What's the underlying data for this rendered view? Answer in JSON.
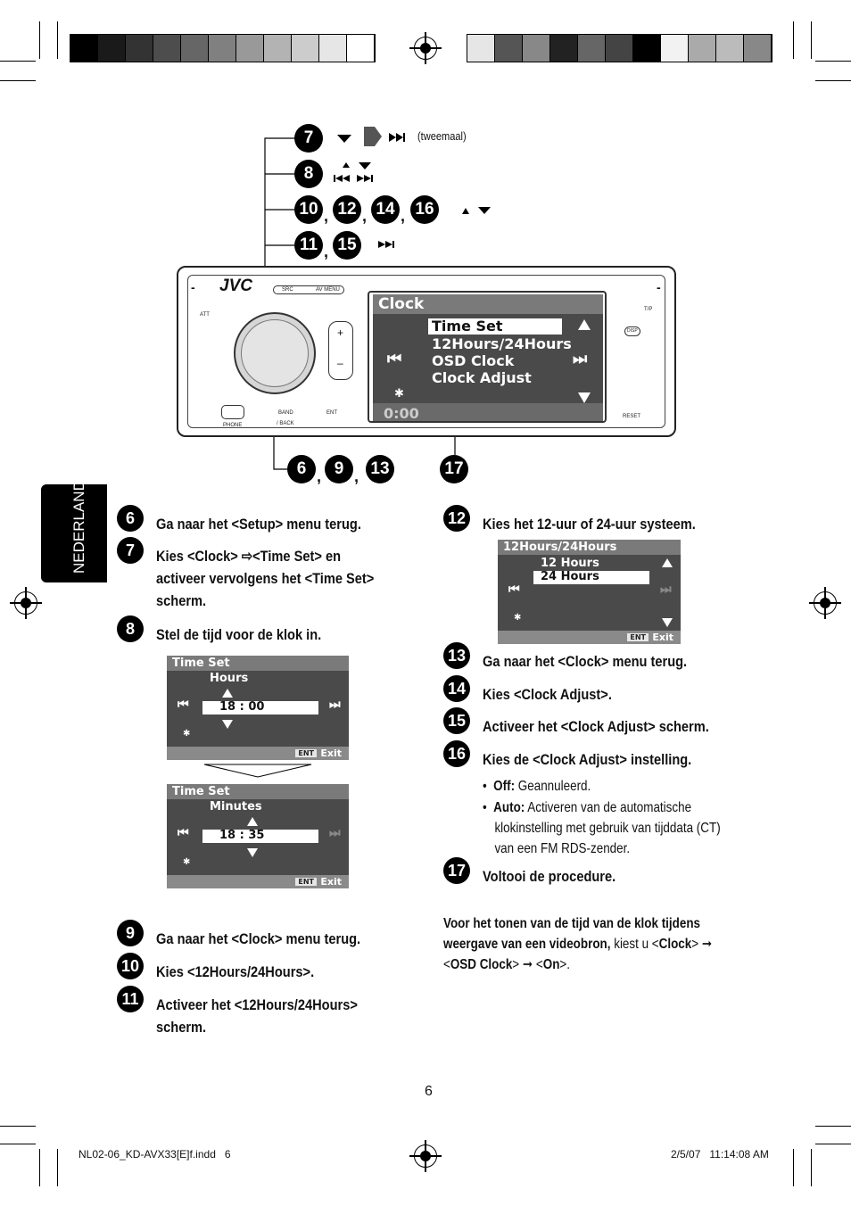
{
  "diagram": {
    "row1_note": "(tweemaal)",
    "row1_num": "7",
    "row2_num": "8",
    "row3_nums": [
      "10",
      "12",
      "14",
      "16"
    ],
    "row4_nums": [
      "11",
      "15"
    ],
    "bottom_nums": [
      "6",
      "9",
      "13"
    ],
    "bottom_num_right": "17",
    "device": {
      "brand": "JVC",
      "src_label": "SRC",
      "avmenu_label": "AV MENU",
      "att_label": "ATT",
      "tp_label": "T/P",
      "phone_label": "PHONE",
      "band_label": "BAND",
      "ent_label": "ENT",
      "back_label": "/ BACK",
      "reset_label": "RESET",
      "dtp_label": "DISP",
      "screen_title": "Clock",
      "menu_items": [
        "Time Set",
        "12Hours/24Hours",
        "OSD Clock",
        "Clock Adjust"
      ],
      "time_readout": "0:00"
    }
  },
  "side_tab": "NEDERLANDS",
  "left_steps": [
    {
      "num": "6",
      "text": "Ga naar het <Setup> menu terug."
    },
    {
      "num": "7",
      "lines": [
        "Kies <Clock> ⇨<Time Set> en",
        "activeer vervolgens het <Time Set>",
        "scherm."
      ]
    },
    {
      "num": "8",
      "text": "Stel de tijd voor de klok in."
    }
  ],
  "screen_hours": {
    "title": "Time Set",
    "label": "Hours",
    "value": "18 : 00",
    "ent": "ENT",
    "exit": "Exit"
  },
  "screen_minutes": {
    "title": "Time Set",
    "label": "Minutes",
    "value": "18 : 35",
    "ent": "ENT",
    "exit": "Exit"
  },
  "left_steps_2": [
    {
      "num": "9",
      "text": "Ga naar het <Clock> menu terug."
    },
    {
      "num": "10",
      "text": "Kies <12Hours/24Hours>."
    },
    {
      "num": "11",
      "lines": [
        "Activeer het <12Hours/24Hours>",
        "scherm."
      ]
    }
  ],
  "right_steps": [
    {
      "num": "12",
      "text": "Kies het 12-uur of 24-uur systeem."
    }
  ],
  "screen_12_24": {
    "title": "12Hours/24Hours",
    "items": [
      "12 Hours",
      "24 Hours"
    ],
    "ent": "ENT",
    "exit": "Exit"
  },
  "right_steps_2": [
    {
      "num": "13",
      "text": "Ga naar het <Clock> menu terug."
    },
    {
      "num": "14",
      "text": "Kies <Clock Adjust>."
    },
    {
      "num": "15",
      "text": "Activeer het <Clock Adjust> scherm."
    },
    {
      "num": "16",
      "text": "Kies de <Clock Adjust> instelling."
    }
  ],
  "bullets": {
    "off_term": "Off:",
    "off_text": "Geannuleerd.",
    "auto_term": "Auto:",
    "auto_lines": [
      "Activeren van de automatische",
      "klokinstelling met gebruik van tijddata (CT)",
      "van een FM RDS-zender."
    ]
  },
  "final_step": {
    "num": "17",
    "text": "Voltooi de procedure."
  },
  "note": {
    "bold1": "Voor het tonen van de tijd van de klok tijdens",
    "bold2": "weergave van een videobron,",
    "plain2": " kiest u <",
    "clock": "Clock",
    "plain3": ">",
    "line3a": "<",
    "osd": "OSD Clock",
    "line3b": ">",
    "line3c": "<",
    "on": "On",
    "line3d": ">."
  },
  "page_number": "6",
  "footer_left": "NL02-06_KD-AVX33[E]f.indd   6",
  "footer_right": "2/5/07   11:14:08 AM",
  "colors": {
    "bars_left": [
      "#000000",
      "#1a1a1a",
      "#333333",
      "#4d4d4d",
      "#666666",
      "#808080",
      "#999999",
      "#b3b3b3",
      "#cccccc",
      "#e6e6e6",
      "#ffffff"
    ],
    "bars_right": [
      "#e6e6e6",
      "#555555",
      "#888888",
      "#222222",
      "#666666",
      "#444444",
      "#000000",
      "#f2f2f2",
      "#aaaaaa",
      "#bbbbbb",
      "#888888"
    ]
  }
}
